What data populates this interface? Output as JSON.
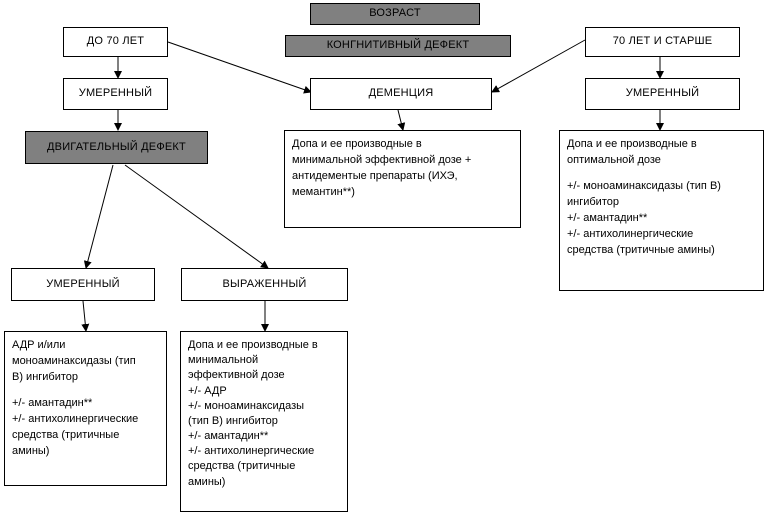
{
  "nodes": {
    "age": "ВОЗРАСТ",
    "cognitive": "КОНГНИТИВНЫЙ ДЕФЕКТ",
    "under70": "ДО 70 ЛЕТ",
    "over70": "70 ЛЕТ И СТАРШЕ",
    "moderate_left": "УМЕРЕННЫЙ",
    "dementia": "ДЕМЕНЦИЯ",
    "moderate_right": "УМЕРЕННЫЙ",
    "motor": "ДВИГАТЕЛЬНЫЙ ДЕФЕКТ",
    "motor_moderate": "УМЕРЕННЫЙ",
    "motor_severe": "ВЫРАЖЕННЫЙ"
  },
  "treatments": {
    "dementia": [
      "Допа и ее производные  в",
      "минимальной эффективной дозе +",
      "антидементые препараты (ИХЭ,",
      "мемантин**)"
    ],
    "over70_moderate": [
      "Допа и ее производные в",
      "оптимальной дозе",
      "",
      "+/- моноаминаксидазы (тип В)",
      "ингибитор",
      "+/- амантадин**",
      "+/-  антихолинергические",
      "средства (тритичные амины)"
    ],
    "motor_moderate": [
      "АДР и/или",
      "моноаминаксидазы (тип",
      "В) ингибитор",
      "",
      "+/- амантадин**",
      "+/-  антихолинергические",
      "средства (тритичные",
      "амины)"
    ],
    "motor_severe": [
      "Допа и ее производные в",
      "минимальной",
      "эффективной дозе",
      "+/- АДР",
      "+/- моноаминаксидазы",
      "(тип В) ингибитор",
      "+/- амантадин**",
      "+/-  антихолинергические",
      "средства (тритичные",
      "амины)"
    ]
  },
  "colors": {
    "header_fill": "#808080",
    "box_fill": "#ffffff",
    "stroke": "#000000"
  }
}
